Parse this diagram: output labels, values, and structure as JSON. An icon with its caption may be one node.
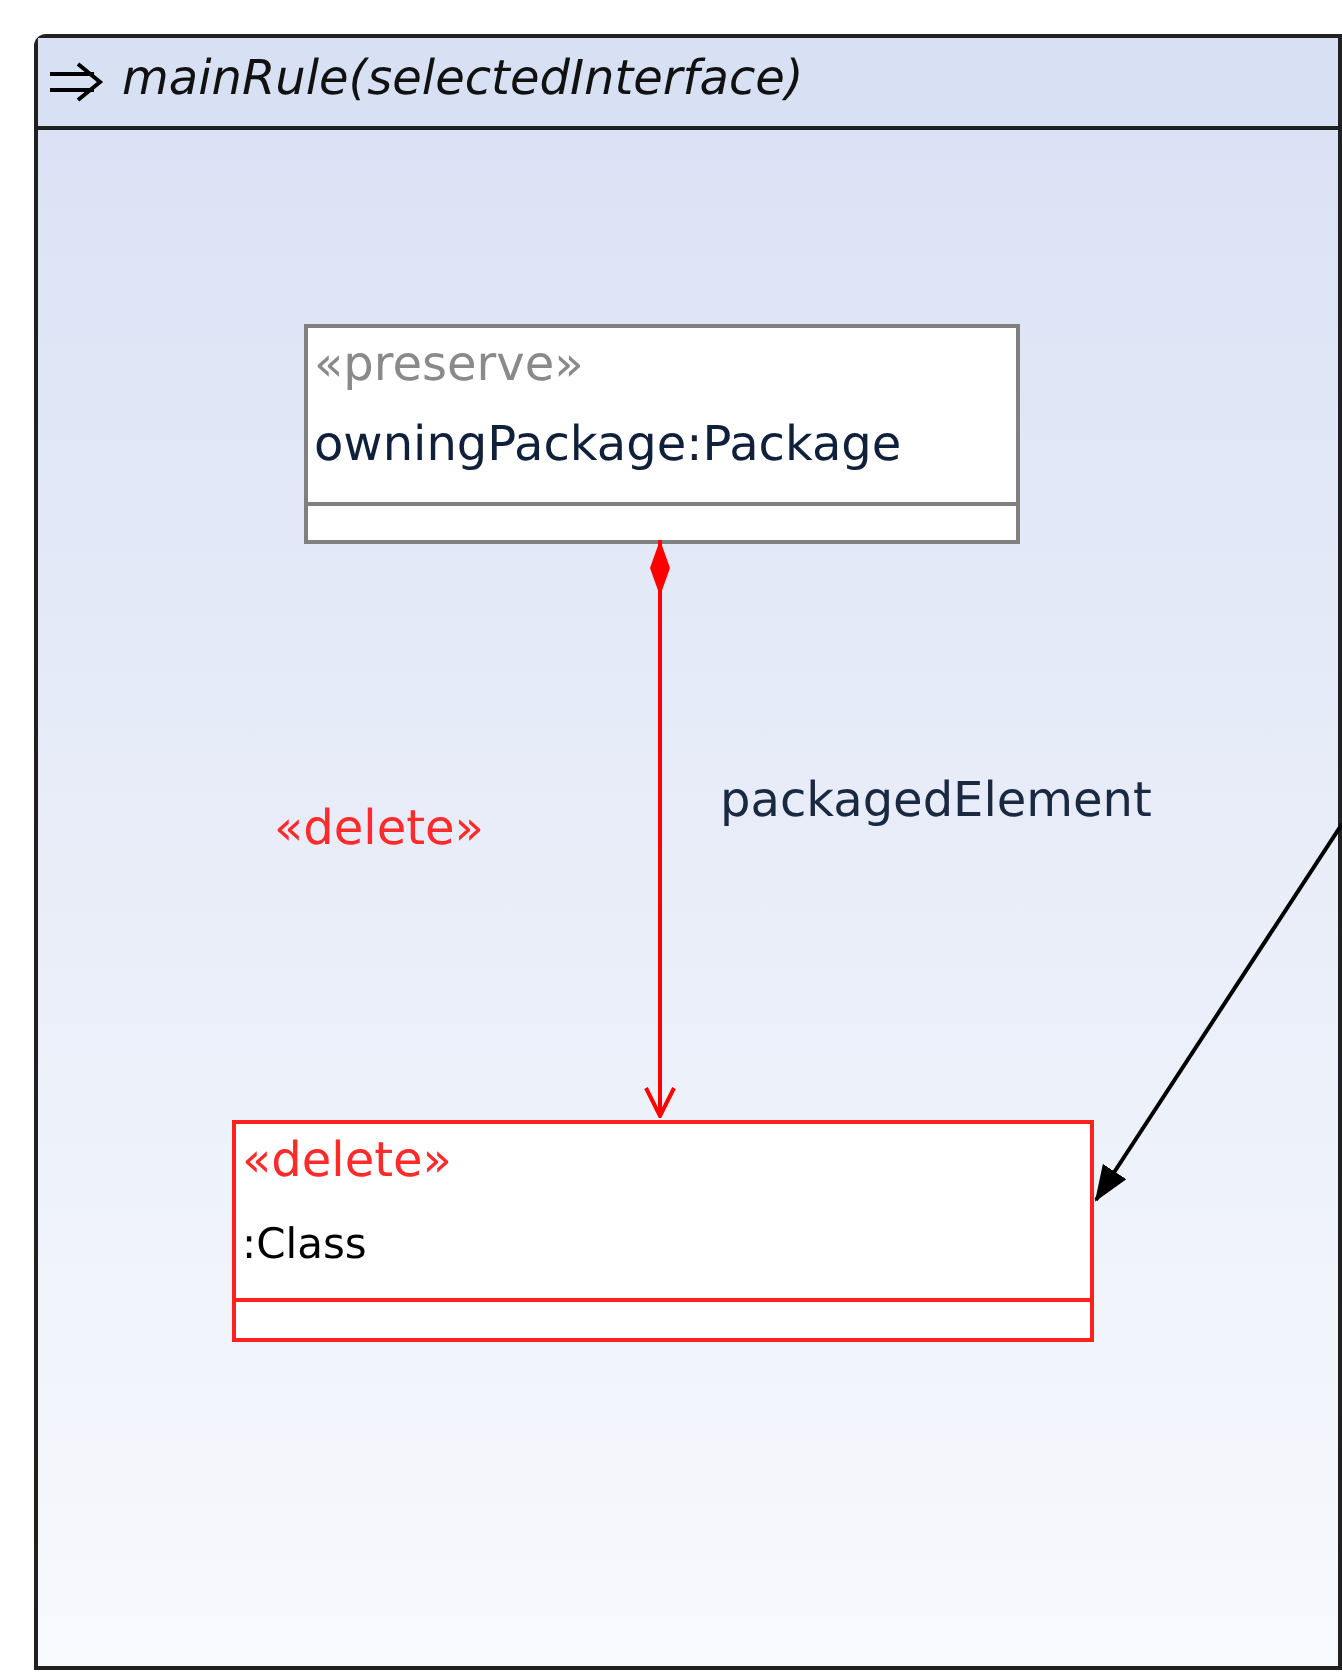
{
  "diagram": {
    "nodes": [
      {
        "text": [
          "mainRule(selectedInterface)"
        ]
      },
      {
        "text": [
          "«preserve»",
          "owningPackage:Package"
        ],
        "in": 0
      },
      {
        "text": [
          "«delete»",
          ":Class"
        ],
        "in": 0
      }
    ],
    "edges": [
      {
        "from": 1,
        "to": 2,
        "arrow": "to",
        "label": "packagedElement",
        "color": "#ff0000"
      },
      {
        "from": null,
        "to": 2,
        "arrow": "to",
        "color": "#000000"
      }
    ],
    "labels": [
      "«delete»"
    ]
  }
}
